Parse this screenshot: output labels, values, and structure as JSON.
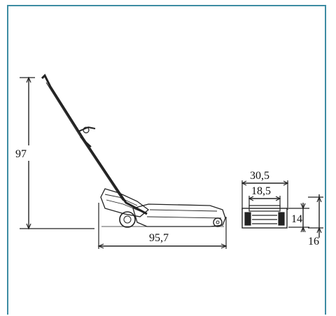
{
  "diagram": {
    "dimensions": {
      "height": "97",
      "length": "95,7",
      "top_width": "30,5",
      "inner_width": "18,5",
      "inner_height": "14",
      "total_height": "16"
    },
    "colors": {
      "frame": "#3d8ca3",
      "line": "#222222"
    }
  }
}
